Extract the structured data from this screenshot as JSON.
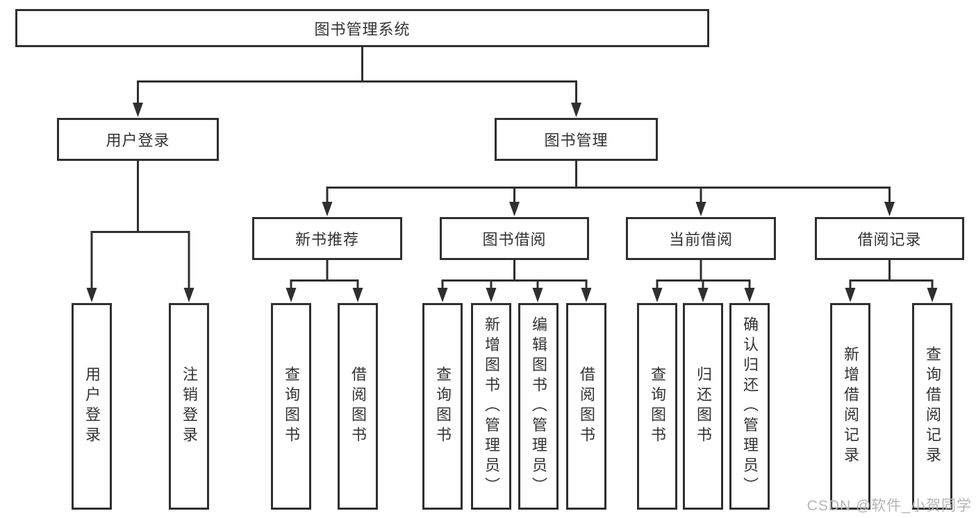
{
  "tree": {
    "root": {
      "label": "图书管理系统"
    },
    "children": [
      {
        "label": "用户登录",
        "children": [
          {
            "label": "用户登录"
          },
          {
            "label": "注销登录"
          }
        ]
      },
      {
        "label": "图书管理",
        "children": [
          {
            "label": "新书推荐",
            "children": [
              {
                "label": "查询图书"
              },
              {
                "label": "借阅图书"
              }
            ]
          },
          {
            "label": "图书借阅",
            "children": [
              {
                "label": "查询图书"
              },
              {
                "label": "新增图书（管理员）"
              },
              {
                "label": "编辑图书（管理员）"
              },
              {
                "label": "借阅图书"
              }
            ]
          },
          {
            "label": "当前借阅",
            "children": [
              {
                "label": "查询图书"
              },
              {
                "label": "归还图书"
              },
              {
                "label": "确认归还（管理员）"
              }
            ]
          },
          {
            "label": "借阅记录",
            "children": [
              {
                "label": "新增借阅记录"
              },
              {
                "label": "查询借阅记录"
              }
            ]
          }
        ]
      }
    ]
  },
  "watermark": {
    "text": "CSDN @软件_小贺同学"
  },
  "colors": {
    "line": "#2f2f2f",
    "box_border": "#2f2f2f",
    "text": "#333333",
    "background": "#ffffff",
    "watermark": "#b5b5b5"
  }
}
